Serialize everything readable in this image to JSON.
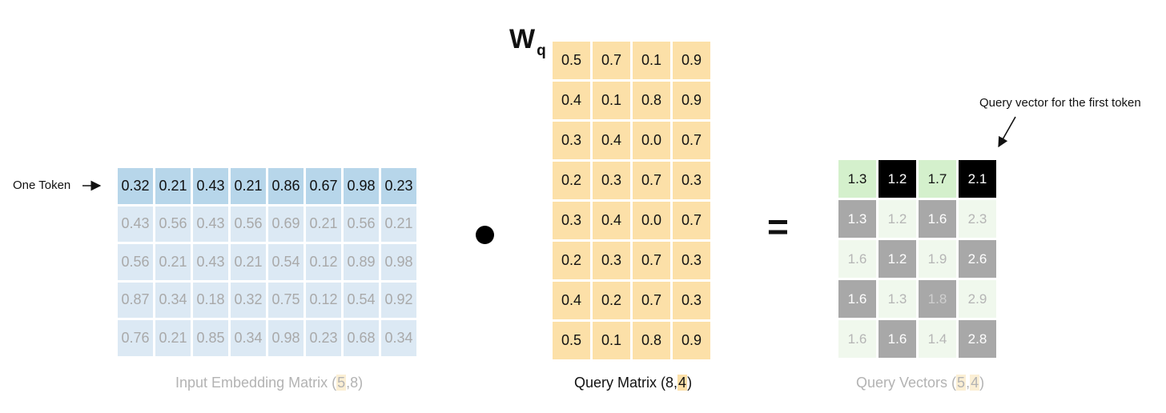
{
  "token_label": "One Token",
  "symbol": {
    "base": "W",
    "sub": "q"
  },
  "operator_equals": "=",
  "annotation": "Query vector for the first token",
  "input_embedding": {
    "caption_prefix": "Input Embedding Matrix (",
    "caption_rows": "5",
    "caption_sep": ",",
    "caption_cols": "8",
    "caption_suffix": ")",
    "rows": [
      [
        "0.32",
        "0.21",
        "0.43",
        "0.21",
        "0.86",
        "0.67",
        "0.98",
        "0.23"
      ],
      [
        "0.43",
        "0.56",
        "0.43",
        "0.56",
        "0.69",
        "0.21",
        "0.56",
        "0.21"
      ],
      [
        "0.56",
        "0.21",
        "0.43",
        "0.21",
        "0.54",
        "0.12",
        "0.89",
        "0.98"
      ],
      [
        "0.87",
        "0.34",
        "0.18",
        "0.32",
        "0.75",
        "0.12",
        "0.54",
        "0.92"
      ],
      [
        "0.76",
        "0.21",
        "0.85",
        "0.34",
        "0.98",
        "0.23",
        "0.68",
        "0.34"
      ]
    ]
  },
  "query_matrix": {
    "caption_prefix": "Query Matrix (",
    "caption_rows": "8",
    "caption_sep": ",",
    "caption_cols": "4",
    "caption_suffix": ")",
    "rows": [
      [
        "0.5",
        "0.7",
        "0.1",
        "0.9"
      ],
      [
        "0.4",
        "0.1",
        "0.8",
        "0.9"
      ],
      [
        "0.3",
        "0.4",
        "0.0",
        "0.7"
      ],
      [
        "0.2",
        "0.3",
        "0.7",
        "0.3"
      ],
      [
        "0.3",
        "0.4",
        "0.0",
        "0.7"
      ],
      [
        "0.2",
        "0.3",
        "0.7",
        "0.3"
      ],
      [
        "0.4",
        "0.2",
        "0.7",
        "0.3"
      ],
      [
        "0.5",
        "0.1",
        "0.8",
        "0.9"
      ]
    ]
  },
  "query_vectors": {
    "caption_prefix": "Query Vectors (",
    "caption_rows": "5",
    "caption_sep": ",",
    "caption_cols": "4",
    "caption_suffix": ")",
    "rows": [
      [
        "1.3",
        "1.2",
        "1.7",
        "2.1"
      ],
      [
        "1.3",
        "1.2",
        "1.6",
        "2.3"
      ],
      [
        "1.6",
        "1.2",
        "1.9",
        "2.6"
      ],
      [
        "1.6",
        "1.3",
        "1.8",
        "2.9"
      ],
      [
        "1.6",
        "1.6",
        "1.4",
        "2.8"
      ]
    ],
    "styles": [
      [
        "c-lg",
        "c-blk",
        "c-lg",
        "c-blk"
      ],
      [
        "c-gry",
        "c-pl",
        "c-gry",
        "c-pl"
      ],
      [
        "c-pl",
        "c-gry",
        "c-pl",
        "c-gry"
      ],
      [
        "c-gry",
        "c-pl",
        "c-gry-dim",
        "c-pl"
      ],
      [
        "c-pl",
        "c-gry",
        "c-pl",
        "c-gry"
      ]
    ]
  }
}
